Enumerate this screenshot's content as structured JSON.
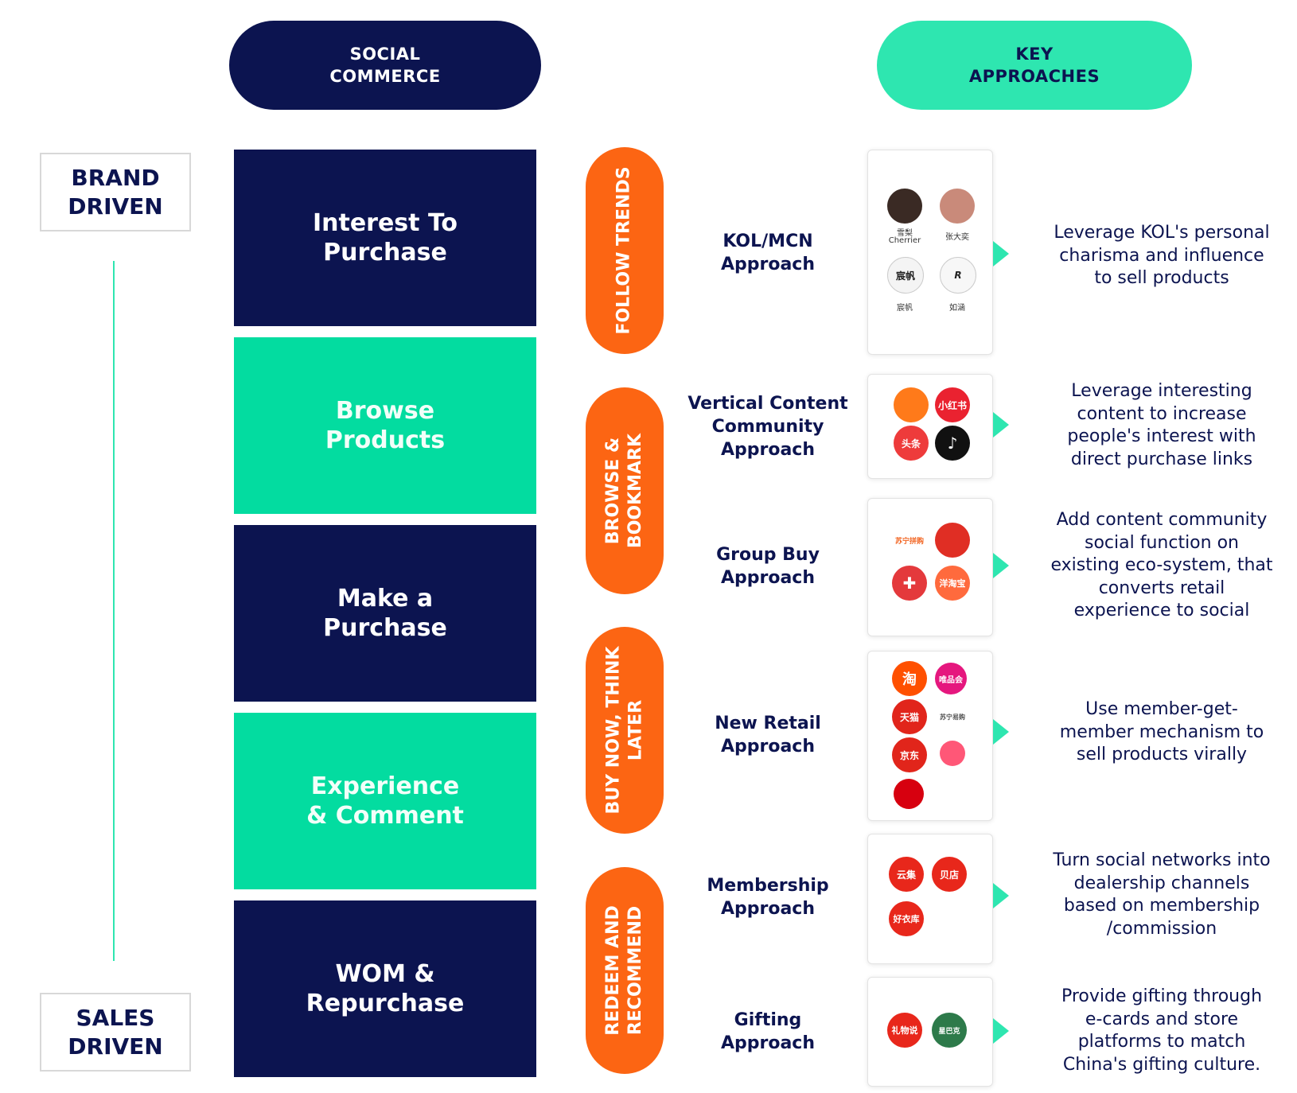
{
  "headers": {
    "social_commerce": [
      "SOCIAL",
      "COMMERCE"
    ],
    "key_approaches": [
      "KEY",
      "APPROACHES"
    ]
  },
  "axis": {
    "top": [
      "BRAND",
      "DRIVEN"
    ],
    "bottom": [
      "SALES",
      "DRIVEN"
    ]
  },
  "stages": [
    {
      "lines": [
        "Interest To",
        "Purchase"
      ]
    },
    {
      "lines": [
        "Browse",
        "Products"
      ]
    },
    {
      "lines": [
        "Make a",
        "Purchase"
      ]
    },
    {
      "lines": [
        "Experience",
        "& Comment"
      ]
    },
    {
      "lines": [
        "WOM &",
        "Repurchase"
      ]
    }
  ],
  "phases": [
    {
      "lines": [
        "FOLLOW TRENDS"
      ]
    },
    {
      "lines": [
        "BROWSE &",
        "BOOKMARK"
      ]
    },
    {
      "lines": [
        "BUY NOW, THINK",
        "LATER"
      ]
    },
    {
      "lines": [
        "REDEEM AND",
        "RECOMMEND"
      ]
    }
  ],
  "approaches": [
    {
      "name": [
        "KOL/MCN",
        "Approach"
      ],
      "description": [
        "Leverage KOL's personal",
        "charisma and influence",
        "to sell products"
      ],
      "logo_captions": [
        "雪梨",
        "Cherrier",
        "张大奕",
        "宸帆",
        "如涵"
      ]
    },
    {
      "name": [
        "Vertical Content",
        "Community",
        "Approach"
      ],
      "description": [
        "Leverage interesting",
        "content to increase",
        "people's interest with",
        "direct purchase links"
      ],
      "logo_labels": [
        "小红书",
        "头条"
      ]
    },
    {
      "name": [
        "Group Buy",
        "Approach"
      ],
      "description": [
        "Add content community",
        "social function on",
        "existing eco-system, that",
        "converts retail",
        "experience to social"
      ],
      "logo_labels": [
        "苏宁拼购",
        "洋淘宝"
      ]
    },
    {
      "name": [
        "New Retail",
        "Approach"
      ],
      "description": [
        "Use member-get-",
        "member mechanism to",
        "sell products virally"
      ],
      "logo_labels": [
        "淘",
        "唯品会",
        "天猫",
        "苏宁易购",
        "京东"
      ]
    },
    {
      "name": [
        "Membership",
        "Approach"
      ],
      "description": [
        "Turn social networks into",
        "dealership channels",
        "based on membership",
        "/commission"
      ],
      "logo_labels": [
        "云集",
        "贝店",
        "好衣库"
      ]
    },
    {
      "name": [
        "Gifting",
        "Approach"
      ],
      "description": [
        "Provide gifting through",
        "e-cards and store",
        "platforms to match",
        "China's gifting culture."
      ],
      "logo_labels": [
        "礼物说",
        "星巴克"
      ]
    }
  ],
  "colors": {
    "navy": "#0c1450",
    "teal": "#03dca0",
    "mint": "#2ee6b0",
    "orange": "#fc6513"
  }
}
